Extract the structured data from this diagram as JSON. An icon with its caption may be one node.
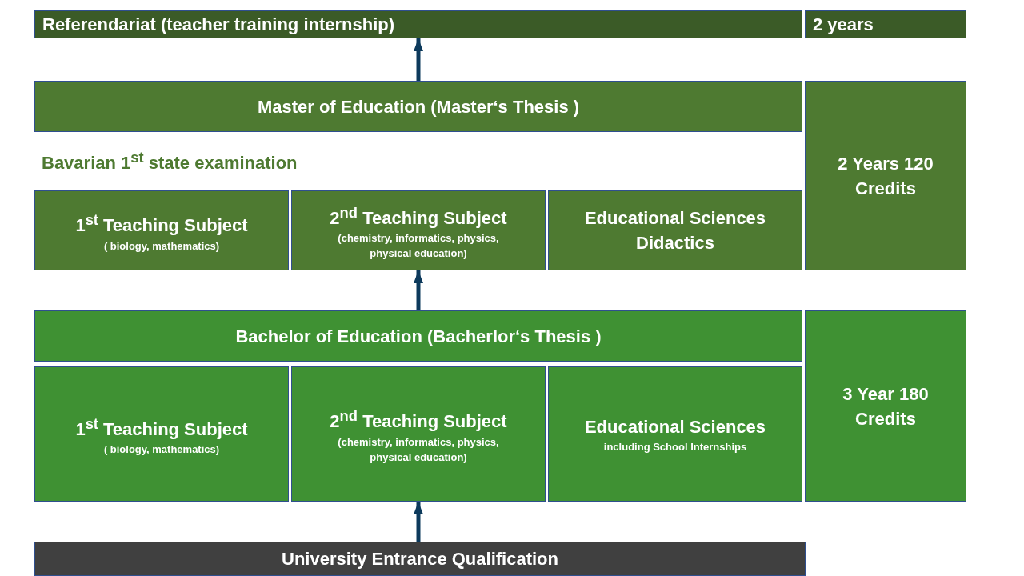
{
  "diagram": {
    "nodes": [
      {
        "text": [
          "Referendariat (teacher training internship)"
        ]
      },
      {
        "text": [
          "2 years"
        ]
      },
      {
        "text": [
          "Master of Education (Master‘s Thesis )"
        ]
      },
      {
        "text": [
          "2 Years 120 Credits"
        ]
      },
      {
        "text": [
          "1$^{st}$ Teaching Subject",
          "( biology, mathematics)"
        ]
      },
      {
        "text": [
          "2$^{nd}$ Teaching Subject",
          "(chemistry, informatics, physics, physical education)"
        ]
      },
      {
        "text": [
          "Educational Sciences Didactics"
        ]
      },
      {
        "text": [
          "Bachelor of Education (Bacherlor‘s Thesis )"
        ]
      },
      {
        "text": [
          "3 Year 180 Credits"
        ]
      },
      {
        "text": [
          "1$^{st}$ Teaching Subject",
          "( biology, mathematics)"
        ]
      },
      {
        "text": [
          "2$^{nd}$ Teaching Subject",
          "(chemistry, informatics, physics, physical education)"
        ]
      },
      {
        "text": [
          "Educational Sciences",
          "including School Internships"
        ]
      },
      {
        "text": [
          "University Entrance Qualification"
        ]
      }
    ],
    "edges": [
      {
        "from": 2,
        "to": 0,
        "arrow": "to"
      },
      {
        "from": 7,
        "to": 5,
        "arrow": "to"
      },
      {
        "from": 12,
        "to": 10,
        "arrow": "to"
      }
    ],
    "labels": [
      "Bavarian 1$^{st}$ state examination"
    ]
  }
}
